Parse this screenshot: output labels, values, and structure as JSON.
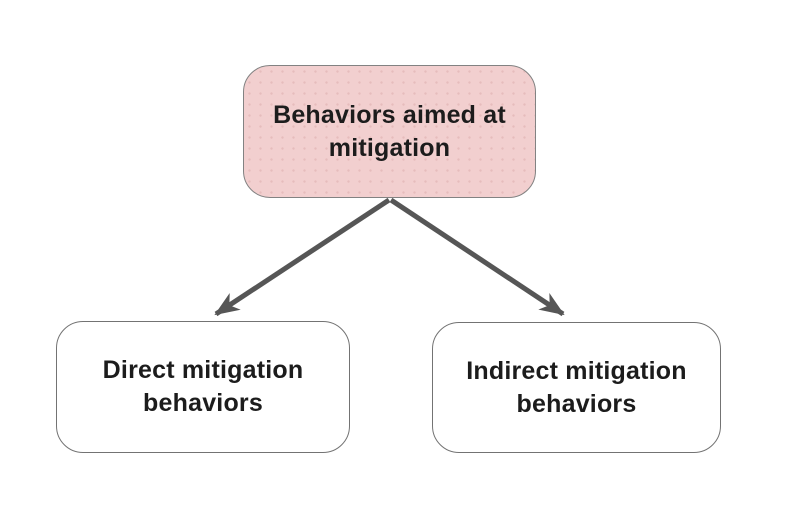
{
  "colors": {
    "background": "#ffffff",
    "root-fill": "#f2cfcf",
    "root-border": "#828282",
    "leaf-fill": "#ffffff",
    "leaf-border": "#737373",
    "arrow": "#565656",
    "text": "#1c1c1c"
  },
  "diagram": {
    "nodes": [
      {
        "id": "root",
        "label": "Behaviors aimed at mitigation"
      },
      {
        "id": "direct",
        "label": "Direct mitigation behaviors"
      },
      {
        "id": "indirect",
        "label": "Indirect mitigation behaviors"
      }
    ],
    "edges": [
      {
        "from": "root",
        "to": "direct"
      },
      {
        "from": "root",
        "to": "indirect"
      }
    ]
  }
}
